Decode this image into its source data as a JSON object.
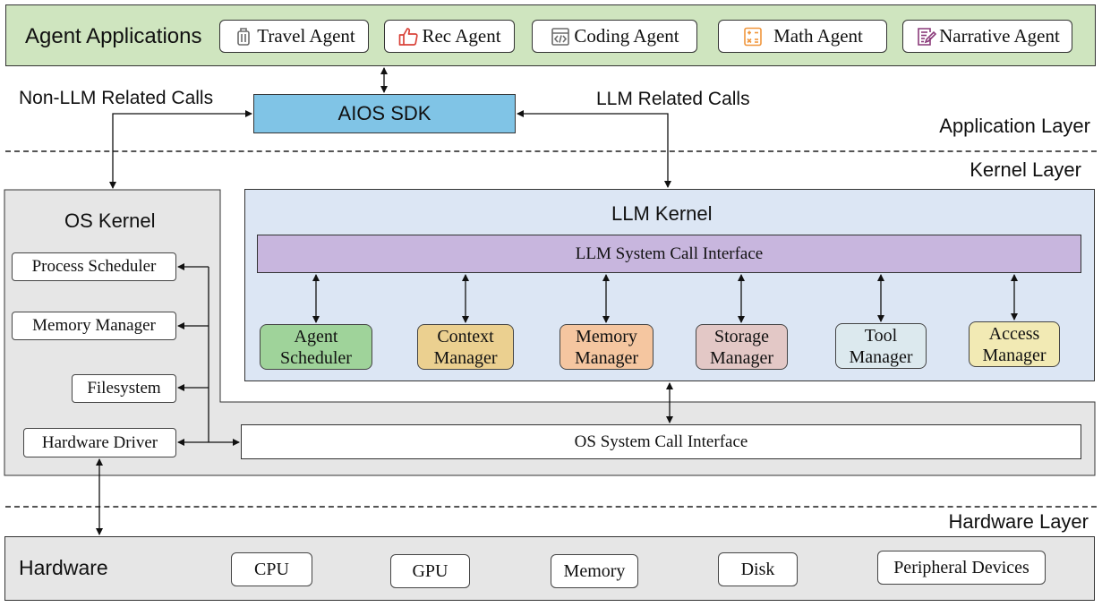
{
  "colors": {
    "agent_layer_bg": "#cfe5bf",
    "sdk_bg": "#80c4e6",
    "kernel_bg": "#e6e6e6",
    "llm_kernel_bg": "#dce6f4",
    "syscall_bg": "#c8b6de",
    "agent_scheduler_bg": "#9fd39a",
    "context_manager_bg": "#ebd090",
    "memory_manager_bg": "#f5c6a0",
    "storage_manager_bg": "#e3c8c6",
    "tool_manager_bg": "#dce9ee",
    "access_manager_bg": "#f2eab4",
    "icon_gray": "#6b6b6b",
    "icon_red": "#d9433a",
    "icon_orange": "#f0963c",
    "icon_purple": "#8a3a7a"
  },
  "agent_layer": {
    "title": "Agent Applications",
    "agents": [
      {
        "label": "Travel Agent",
        "icon": "luggage-icon"
      },
      {
        "label": "Rec Agent",
        "icon": "thumbs-up-icon"
      },
      {
        "label": "Coding Agent",
        "icon": "code-editor-icon"
      },
      {
        "label": "Math Agent",
        "icon": "calculator-icon"
      },
      {
        "label": "Narrative Agent",
        "icon": "document-pen-icon"
      }
    ]
  },
  "sdk": {
    "label": "AIOS SDK",
    "non_llm_calls": "Non-LLM Related Calls",
    "llm_calls": "LLM Related Calls"
  },
  "layers": {
    "application": "Application Layer",
    "kernel": "Kernel Layer",
    "hardware": "Hardware Layer"
  },
  "os_kernel": {
    "title": "OS Kernel",
    "components": [
      "Process Scheduler",
      "Memory Manager",
      "Filesystem",
      "Hardware Driver"
    ],
    "syscall": "OS System Call Interface"
  },
  "llm_kernel": {
    "title": "LLM Kernel",
    "syscall": "LLM System Call Interface",
    "components": [
      {
        "line1": "Agent",
        "line2": "Scheduler"
      },
      {
        "line1": "Context",
        "line2": "Manager"
      },
      {
        "line1": "Memory",
        "line2": "Manager"
      },
      {
        "line1": "Storage",
        "line2": "Manager"
      },
      {
        "line1": "Tool",
        "line2": "Manager"
      },
      {
        "line1": "Access",
        "line2": "Manager"
      }
    ]
  },
  "hardware": {
    "title": "Hardware",
    "components": [
      "CPU",
      "GPU",
      "Memory",
      "Disk",
      "Peripheral Devices"
    ]
  }
}
